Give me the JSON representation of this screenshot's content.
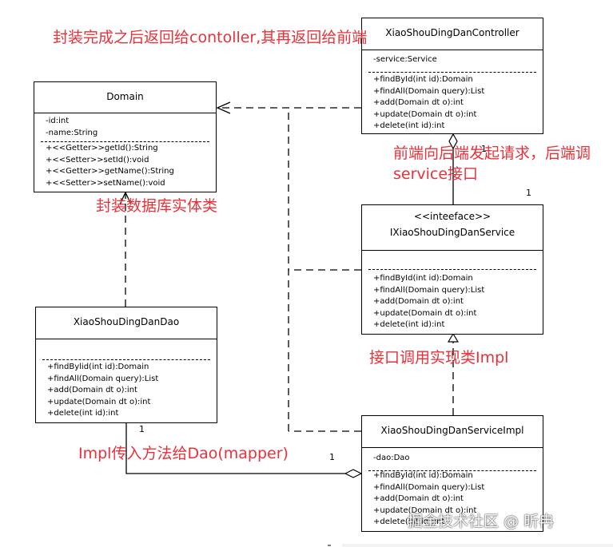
{
  "classes": {
    "controller": {
      "name": "XiaoShouDingDanController",
      "attributes": [
        "-service:Service"
      ],
      "methods": [
        "+findById(int id):Domain",
        "+findAll(Domain query):List",
        "+add(Domain dt o):int",
        "+update(Domain dt o):int",
        "+delete(int id):int"
      ]
    },
    "domain": {
      "name": "Domain",
      "attributes": [
        "-id:int",
        "-name:String"
      ],
      "methods": [
        "+<<Getter>>getId():String",
        "+<<Setter>>setId():void",
        "+<<Getter>>getName():String",
        "+<<Setter>>setName():void"
      ]
    },
    "service": {
      "stereotype": "<<inteeface>>",
      "name": "IXiaoShouDingDanService",
      "methods": [
        "+findById(int id):Domain",
        "+findAll(Domain query):List",
        "+add(Domain dt o):int",
        "+update(Domain dt o):int",
        "+delete(int id):int"
      ]
    },
    "dao": {
      "name": "XiaoShouDingDanDao",
      "methods": [
        "+findBylid(int id):Domain",
        "+findAll(Domain query):List",
        "+add(Domain dt o):int",
        "+update(Domain dt o):int",
        "+delete(int id):int"
      ]
    },
    "impl": {
      "name": "XiaoShouDingDanServiceImpl",
      "attributes": [
        "-dao:Dao"
      ],
      "methods": [
        "+findById(int id):Domain",
        "+findAll(Domain query):List",
        "+add(Domain dt o):int",
        "+update(Domain dt o):int",
        "+delete(int id):int"
      ]
    }
  },
  "notes": {
    "top": "封装完成之后返回给contoller,其再返回给前端",
    "frontend_line1": "前端向后端发起请求，后端调",
    "frontend_line2": "service接口",
    "domain_note": "封装数据库实体类",
    "interface_note": "接口调用实现类Impl",
    "impl_note": "Impl传入方法给Dao(mapper)"
  },
  "multiplicities": {
    "controller_bottom": "1",
    "service_top": "1",
    "dao_bottom": "1",
    "impl_left": "1"
  },
  "watermark": "掘金技术社区 @ 昕冉",
  "colors": {
    "annotation": "#e8323a",
    "line": "#000000"
  }
}
